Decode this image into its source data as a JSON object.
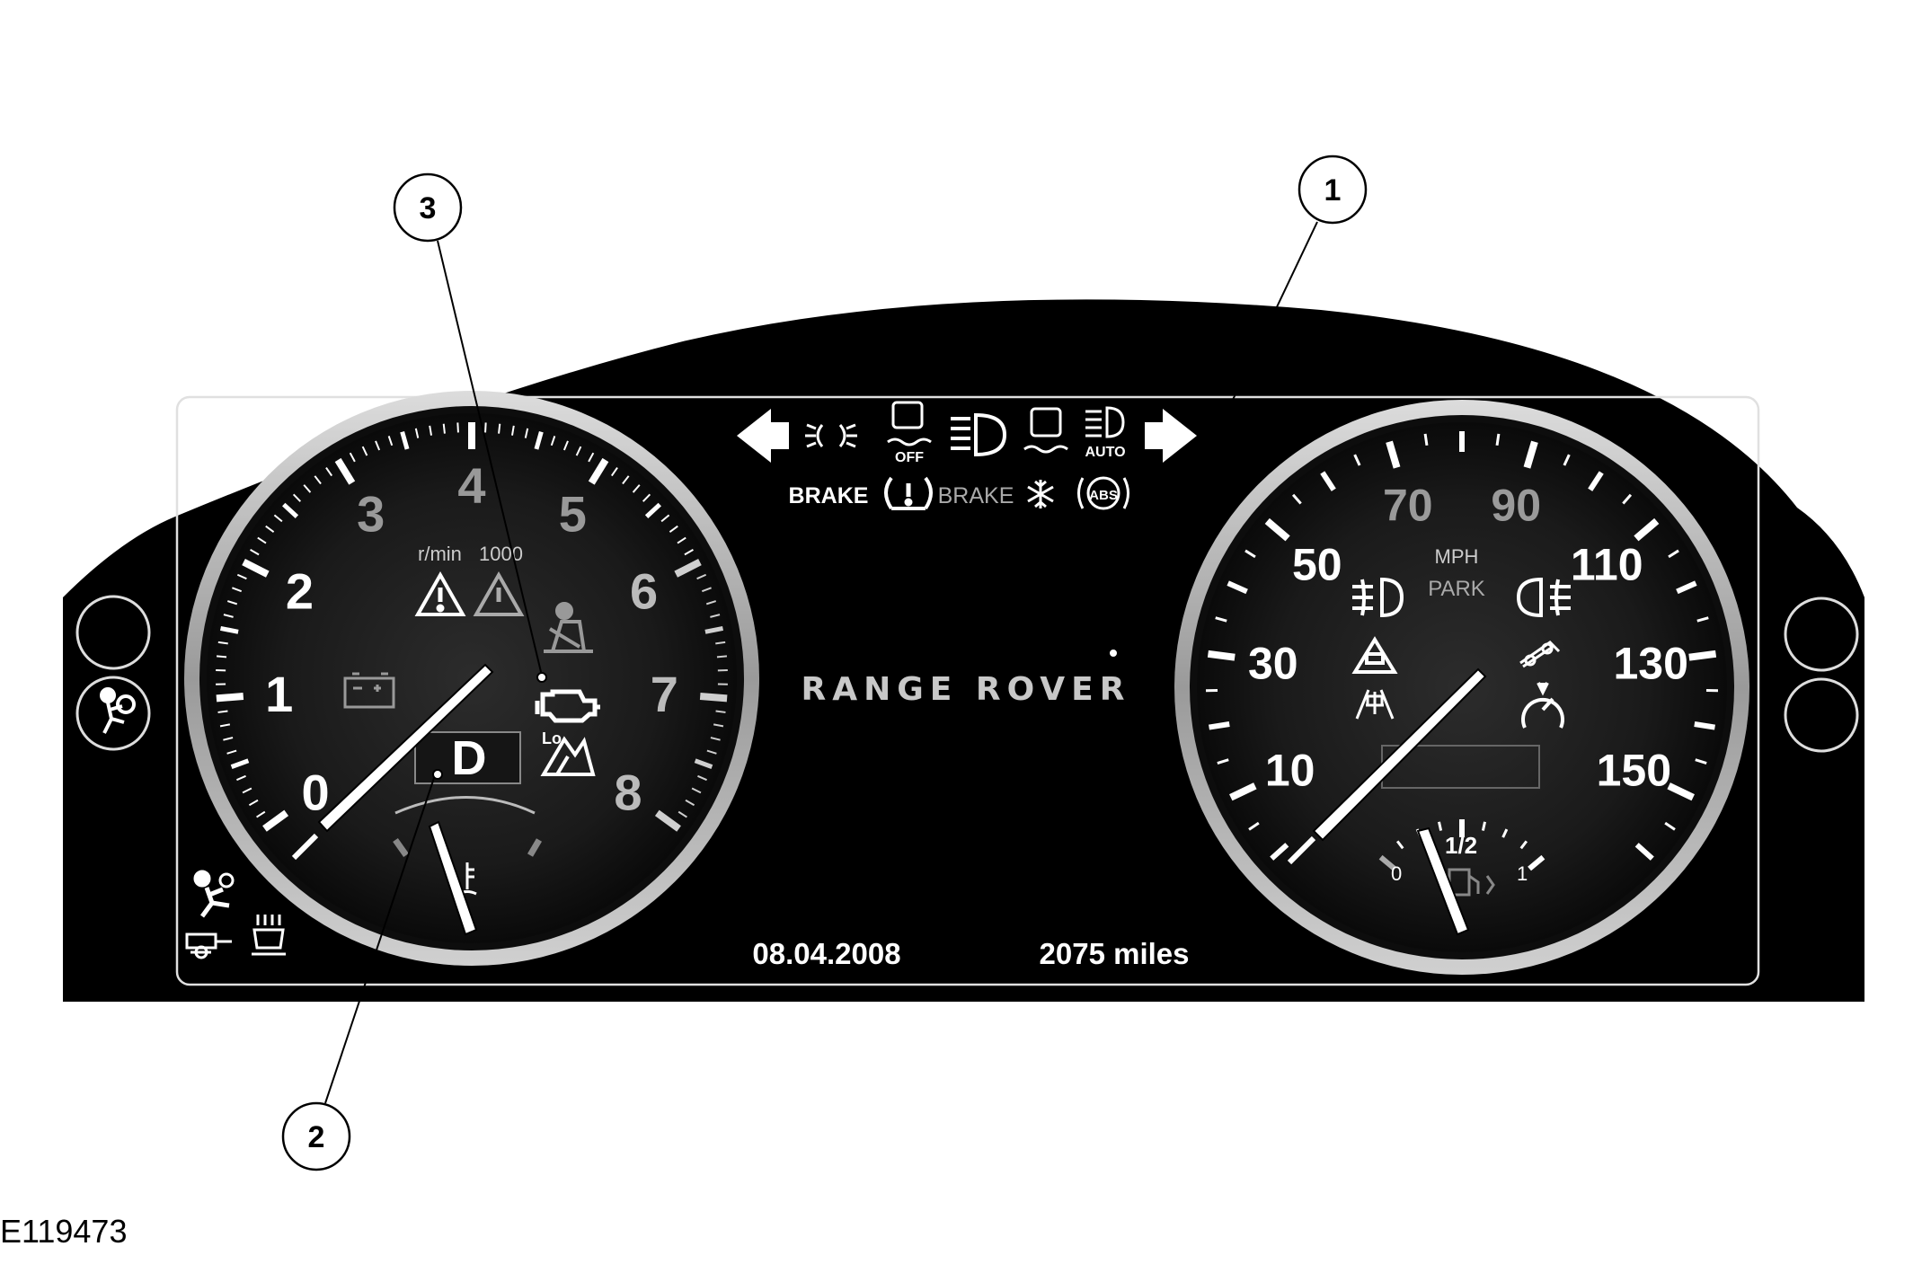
{
  "figure_id": "E119473",
  "brand": "RANGE ROVER",
  "callouts": [
    "1",
    "2",
    "3"
  ],
  "tachometer": {
    "numerals": [
      "0",
      "1",
      "2",
      "3",
      "4",
      "5",
      "6",
      "7",
      "8"
    ],
    "unit": "r/min",
    "multiplier": "1000",
    "gear": "D"
  },
  "speedometer": {
    "numerals": [
      "10",
      "30",
      "50",
      "70",
      "90",
      "110",
      "130",
      "150"
    ],
    "unit": "MPH",
    "park": "PARK",
    "fuel_labels": [
      "0",
      "1/2",
      "1"
    ]
  },
  "warning_labels": {
    "brake_left": "BRAKE",
    "brake_right": "BRAKE",
    "off": "OFF",
    "auto": "AUTO",
    "abs": "ABS",
    "lo": "Lo"
  },
  "date": "08.04.2008",
  "odometer": "2075 miles",
  "colors": {
    "panel": "#000000",
    "dial_ring": "#bbbbbb",
    "dim_numeral": "#8c8c8c",
    "bright_numeral": "#ffffff"
  }
}
